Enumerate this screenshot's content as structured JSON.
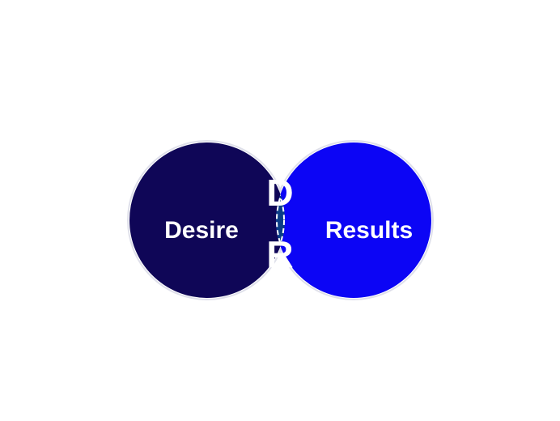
{
  "diagram": {
    "type": "venn",
    "left_circle": {
      "label": "Desire",
      "color": "#0f0657"
    },
    "right_circle": {
      "label": "Results",
      "color": "#0c05f5"
    },
    "overlap": {
      "letters": [
        "D",
        "R"
      ],
      "color": "#0a3d86",
      "border_style": "dashed white"
    },
    "background": "#ffffff"
  }
}
